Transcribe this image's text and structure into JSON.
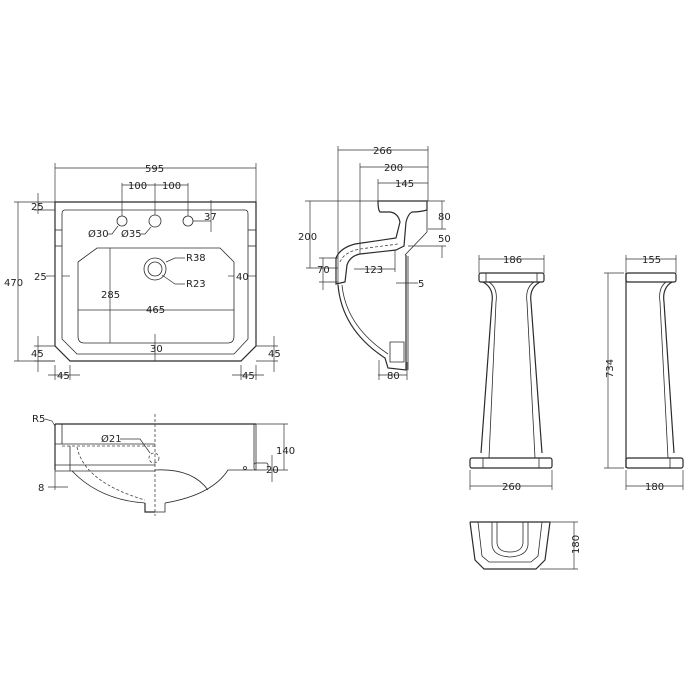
{
  "top_view": {
    "overall_width": "595",
    "overall_depth": "470",
    "tap_spacing_left": "100",
    "tap_spacing_right": "100",
    "back_rim": "25",
    "tap_hole_offset": "37",
    "tap_hole_small": "Ø30",
    "tap_hole_large": "Ø35",
    "waste_outer": "R38",
    "waste_inner": "R23",
    "left_rim": "25",
    "right_rim": "40",
    "bowl_depth": "285",
    "bowl_width": "465",
    "front_rim": "30",
    "chamfer_left_v": "45",
    "chamfer_left_h": "45",
    "chamfer_right_v": "45",
    "chamfer_right_h": "45"
  },
  "side_view": {
    "overall_depth": "266",
    "depth_200": "200",
    "depth_145": "145",
    "height_80": "80",
    "height_50": "50",
    "height_200": "200",
    "height_70": "70",
    "inner_123": "123",
    "gap_5": "5",
    "bottom_80": "80"
  },
  "front_view": {
    "corner_radius": "R5",
    "overflow": "Ø21",
    "height": "140",
    "foot": "20",
    "wall": "8"
  },
  "pedestal_front": {
    "top_width": "186",
    "bottom_width": "260"
  },
  "pedestal_side": {
    "top_depth": "155",
    "height": "734",
    "bottom_depth": "180"
  },
  "pedestal_plan": {
    "depth": "180"
  }
}
